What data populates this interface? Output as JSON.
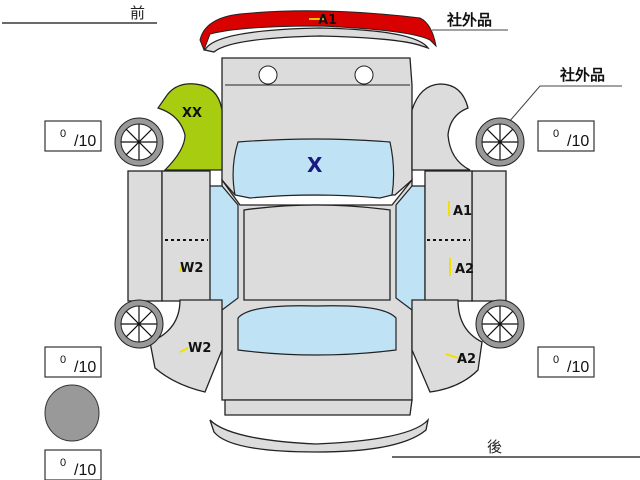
{
  "header": {
    "front_label": "前",
    "rear_label": "後"
  },
  "callouts": {
    "bumper_aftermarket": "社外品",
    "wheel_aftermarket": "社外品"
  },
  "marks": {
    "front_bumper": "A1",
    "left_front_fender": "XX",
    "windshield": "X",
    "right_front_door": "A1",
    "right_rear_door": "A2",
    "left_rear_door": "W2",
    "left_quarter": "W2",
    "right_quarter": "A2"
  },
  "tire_scores": {
    "front_left": {
      "value": "0",
      "max": "/10"
    },
    "front_right": {
      "value": "0",
      "max": "/10"
    },
    "rear_left": {
      "value": "0",
      "max": "/10"
    },
    "rear_right": {
      "value": "0",
      "max": "/10"
    },
    "spare": {
      "value": "0",
      "max": "/10"
    }
  },
  "colors": {
    "bumper_highlight": "#d90000",
    "fender_highlight": "#a8cc10",
    "glass": "#bfe3f5",
    "panel": "#dcdcdc",
    "mark_x": "#1a1a80"
  }
}
